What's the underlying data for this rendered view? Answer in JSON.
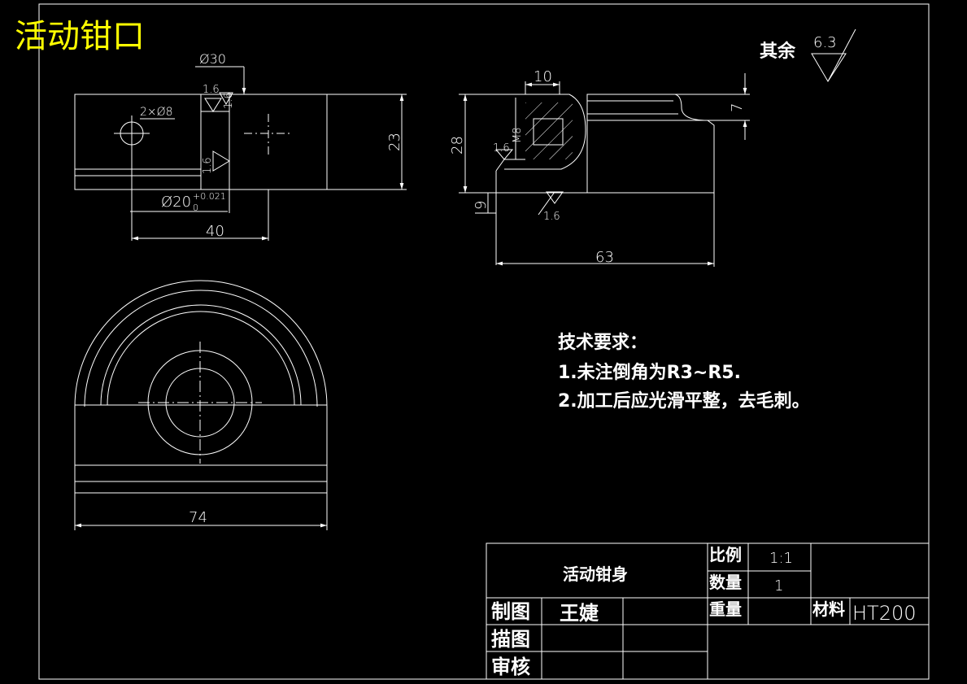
{
  "title": "活动钳口",
  "surface_note": {
    "label": "其余",
    "value": "6.3"
  },
  "top_view": {
    "dia30": "Ø30",
    "holes": "2×Ø8",
    "r16a": "1.6",
    "r16b": "1.6",
    "r16c": "1.6",
    "dia20": "Ø20",
    "tol_up": "+0.021",
    "tol_low": "0",
    "dim23": "23",
    "dim40": "40"
  },
  "side_view": {
    "dim10": "10",
    "m8": "M8",
    "r16": "1.6",
    "r16b": "1.6",
    "dim28": "28",
    "dim9": "9",
    "dim7": "7",
    "dim63": "63"
  },
  "front_view": {
    "dim74": "74"
  },
  "tech": {
    "heading": "技术要求：",
    "line1": "1.未注倒角为R3~R5.",
    "line2": "2.加工后应光滑平整，去毛刺。"
  },
  "title_block": {
    "part_name": "活动钳身",
    "scale_label": "比例",
    "scale_value": "1:1",
    "qty_label": "数量",
    "qty_value": "1",
    "weight_label": "重量",
    "material_label": "材料",
    "material_value": "HT200",
    "drawn_label": "制图",
    "drawn_name": "王婕",
    "traced_label": "描图",
    "checked_label": "审核"
  },
  "colors": {
    "background": "#000000",
    "lines": "#ffffff",
    "title": "#ffff00"
  }
}
